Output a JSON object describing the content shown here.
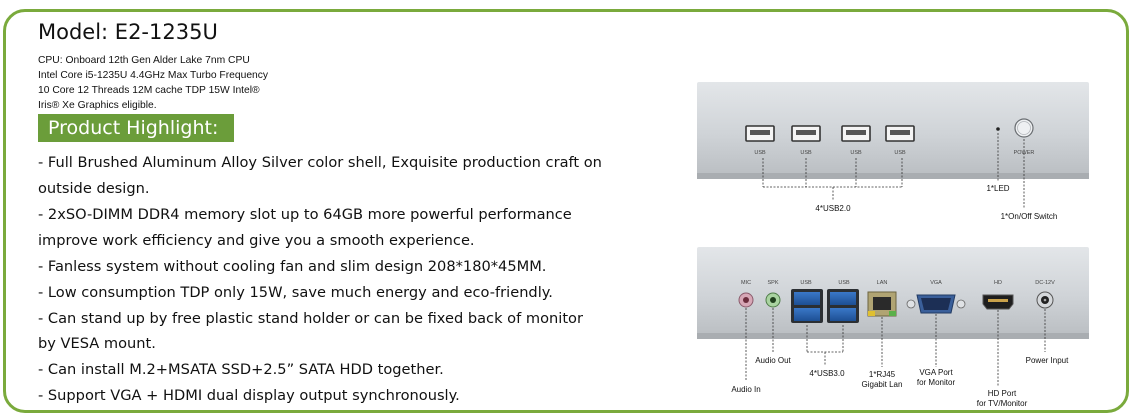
{
  "model": "Model: E2-1235U",
  "spec_lines": [
    "CPU: Onboard 12th Gen Alder Lake 7nm CPU",
    "Intel Core i5-1235U 4.4GHz Max Turbo Frequency",
    "10 Core 12 Threads 12M cache TDP 15W Intel®",
    "Iris® Xe Graphics eligible."
  ],
  "highlight_title": "Product Highlight:",
  "features": [
    "- Full Brushed Aluminum Alloy Silver color shell, Exquisite production craft on",
    "outside design.",
    "- 2xSO-DIMM DDR4 memory slot up to 64GB more powerful performance",
    "improve work efficiency and give you a smooth experience.",
    "- Fanless system without cooling fan and slim design 208*180*45MM.",
    "- Low consumption TDP only 15W, save much energy and eco-friendly.",
    "- Can stand up by free plastic stand holder or can be fixed back of monitor",
    "by VESA mount.",
    "- Can install M.2+MSATA SSD+2.5” SATA HDD together.",
    "- Support VGA + HDMI dual display output synchronously."
  ],
  "front_panel": {
    "port_labels": [
      "USB",
      "USB",
      "USB",
      "USB"
    ],
    "power_label": "POWER",
    "usb_callout": "4*USB2.0",
    "led_callout": "1*LED",
    "switch_callout": "1*On/Off Switch"
  },
  "rear_panel": {
    "port_labels": [
      "MIC",
      "SPK",
      "USB",
      "USB",
      "LAN",
      "VGA",
      "HD",
      "DC-12V"
    ],
    "callouts": {
      "audio_out": "Audio Out",
      "audio_in": "Audio In",
      "usb3": "4*USB3.0",
      "rj45_1": "1*RJ45",
      "rj45_2": "Gigabit Lan",
      "vga_1": "VGA Port",
      "vga_2": "for Monitor",
      "power_input": "Power Input",
      "hd_1": "HD Port",
      "hd_2": "for TV/Monitor"
    }
  }
}
